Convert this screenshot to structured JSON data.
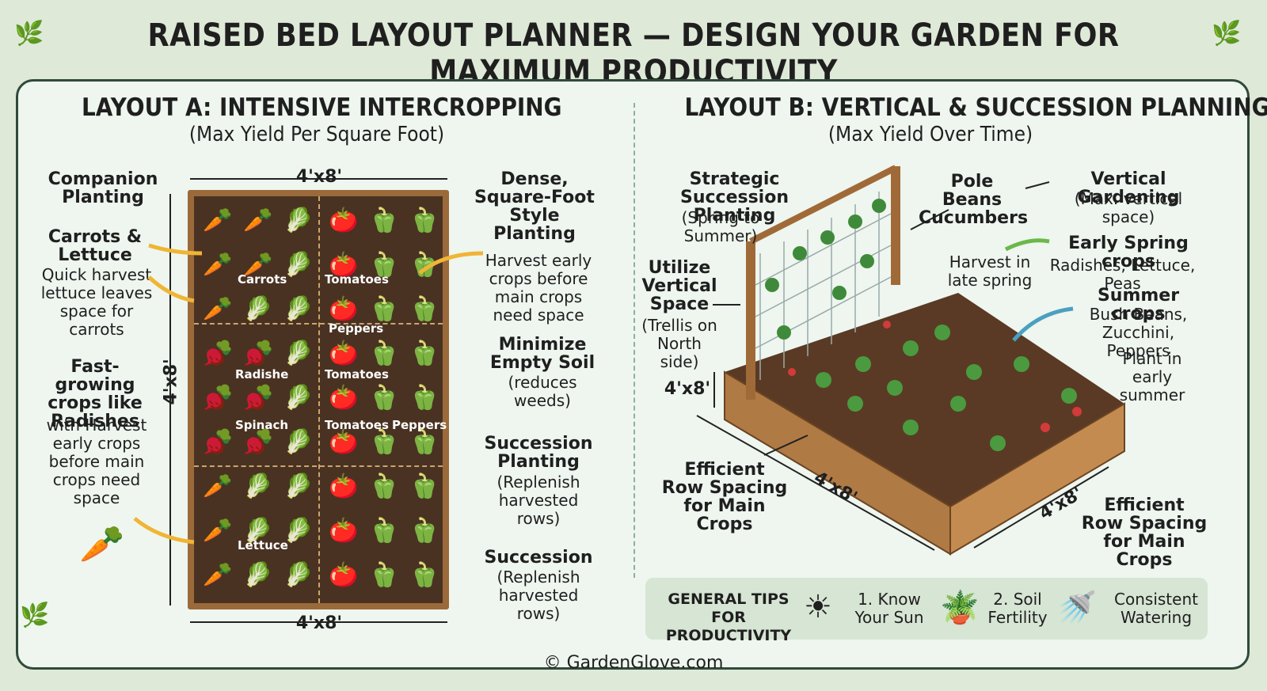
{
  "title": "RAISED BED LAYOUT PLANNER — DESIGN YOUR GARDEN FOR MAXIMUM PRODUCTIVITY",
  "layout_a": {
    "heading": "LAYOUT A: INTENSIVE INTERCROPPING",
    "subheading": "(Max Yield Per Square Foot)",
    "dim_top": "4'x8'",
    "dim_bottom": "4'x8'",
    "dim_side": "4'x8'",
    "companion": "Companion Planting",
    "carrots_lettuce_title": "Carrots & Lettuce",
    "carrots_lettuce_text": "Quick harvest lettuce leaves space for carrots",
    "fast_title": "Fast-growing crops like Radishes",
    "fast_text": "with Harvest early crops before main crops need space",
    "dense": "Dense, Square-Foot Style Planting",
    "harvest_early": "Harvest early crops before main crops need space",
    "minimize_title": "Minimize Empty Soil",
    "minimize_text": "(reduces weeds)",
    "succession_title": "Succession Planting",
    "succession_text": "(Replenish harvested rows)",
    "succession2_title": "Succession",
    "succession2_text": "(Replenish harvested rows)",
    "bed_labels": {
      "carrots": "Carrots",
      "tomatoes1": "Tomatoes",
      "peppers1": "Peppers",
      "radishe": "Radishe",
      "tomatoes2": "Tomatoes",
      "spinach": "Spinach",
      "tomatoes3": "Tomatoes",
      "peppers2": "Peppers",
      "lettuce": "Lettuce"
    }
  },
  "layout_b": {
    "heading": "LAYOUT B: VERTICAL & SUCCESSION PLANNING",
    "subheading": "(Max Yield Over Time)",
    "strategic_title": "Strategic Succession Planting",
    "strategic_text": "(Spring to Summer)",
    "pole_beans": "Pole Beans Cucumbers",
    "vertical_title": "Vertical Gardening",
    "vertical_text": "(Max. vertical space)",
    "utilize_title": "Utilize Vertical Space",
    "utilize_text": "(Trellis on North side)",
    "harvest_late": "Harvest in late spring",
    "early_title": "Early Spring crops",
    "early_text": "Radishes, Lettuce, Peas",
    "summer_title": "Summer crops",
    "summer_text": "Bush Beans, Zucchini, Peppers",
    "plant_early": "Plant in early summer",
    "dim_height": "4'x8'",
    "dim_front": "4'x8'",
    "dim_side": "4'x8'",
    "efficient_left": "Efficient Row Spacing for Main Crops",
    "efficient_right": "Efficient Row Spacing for Main Crops"
  },
  "tips": {
    "heading": "GENERAL TIPS FOR PRODUCTIVITY",
    "tip1": "1. Know Your Sun",
    "tip2": "2. Soil Fertility",
    "tip3": "Consistent Watering"
  },
  "footer": "© GardenGlove.com",
  "colors": {
    "background": "#dfe9d8",
    "panel": "#eef6ef",
    "border": "#2f4a3a",
    "soil": "#4a3223",
    "wood": "#9b6a3a"
  }
}
